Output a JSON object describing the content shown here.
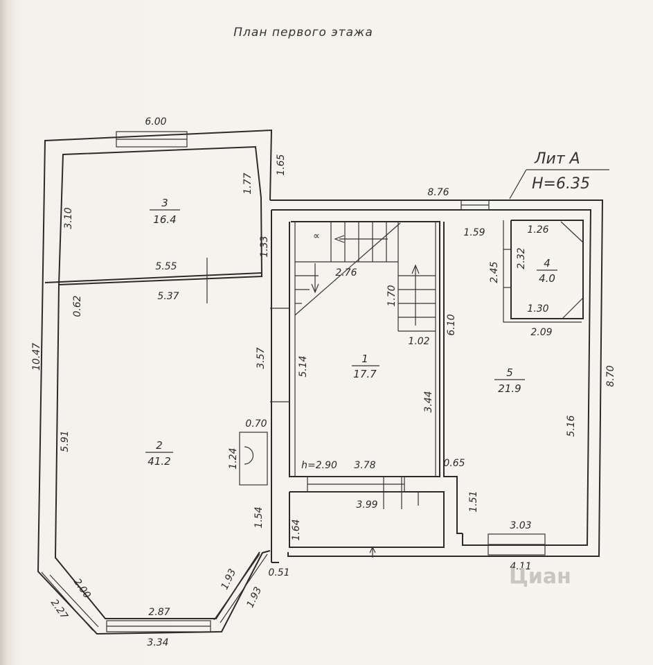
{
  "title": "План первого этажа",
  "liter": {
    "name": "Лит А",
    "height": "H=6.35"
  },
  "rooms": [
    {
      "num": "1",
      "area": "17.7"
    },
    {
      "num": "2",
      "area": "41.2"
    },
    {
      "num": "3",
      "area": "16.4"
    },
    {
      "num": "4",
      "area": "4.0"
    },
    {
      "num": "5",
      "area": "21.9"
    }
  ],
  "dims": {
    "d600": "6.00",
    "d165": "1.65",
    "d876": "8.76",
    "d177": "1.77",
    "d310": "3.10",
    "d133": "1.33",
    "d555": "5.55",
    "d537": "5.37",
    "d062": "0.62",
    "d1047": "10.47",
    "d357": "3.57",
    "d591": "5.91",
    "d070": "0.70",
    "d124": "1.24",
    "d154": "1.54",
    "d193a": "1.93",
    "d193b": "1.93",
    "d051": "0.51",
    "d200": "2.00",
    "d227": "2.27",
    "d287": "2.87",
    "d334": "3.34",
    "d276": "2.76",
    "d170": "1.70",
    "d102": "1.02",
    "d514": "5.14",
    "d344": "3.44",
    "d610": "6.10",
    "h290": "h=2.90",
    "d378": "3.78",
    "d399": "3.99",
    "d164": "1.64",
    "d159": "1.59",
    "d126": "1.26",
    "d232": "2.32",
    "d245": "2.45",
    "d130": "1.30",
    "d209": "2.09",
    "d870": "8.70",
    "d516": "5.16",
    "d065": "0.65",
    "d151": "1.51",
    "d303": "3.03",
    "d411": "4.11"
  },
  "watermark": "Циан"
}
